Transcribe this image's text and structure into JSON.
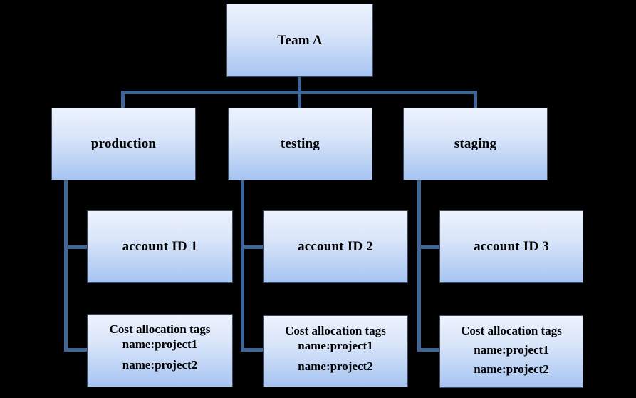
{
  "diagram": {
    "type": "org-chart",
    "colors": {
      "background": "#000000",
      "box_fill_top": "#edf2fd",
      "box_fill_bottom": "#a6c4f2",
      "box_border": "#3e4a5c",
      "connector": "#3e6696",
      "text": "#000000"
    },
    "root": {
      "label": "Team A"
    },
    "columns": [
      {
        "env": {
          "label": "production"
        },
        "account": {
          "label": "account ID 1"
        },
        "tags": {
          "title": "Cost allocation tags",
          "items": [
            "name:project1",
            "name:project2"
          ]
        }
      },
      {
        "env": {
          "label": "testing"
        },
        "account": {
          "label": "account ID 2"
        },
        "tags": {
          "title": "Cost allocation tags",
          "items": [
            "name:project1",
            "name:project2"
          ]
        }
      },
      {
        "env": {
          "label": "staging"
        },
        "account": {
          "label": "account ID 3"
        },
        "tags": {
          "title": "Cost allocation tags",
          "items": [
            "name:project1",
            "name:project2"
          ]
        }
      }
    ]
  }
}
